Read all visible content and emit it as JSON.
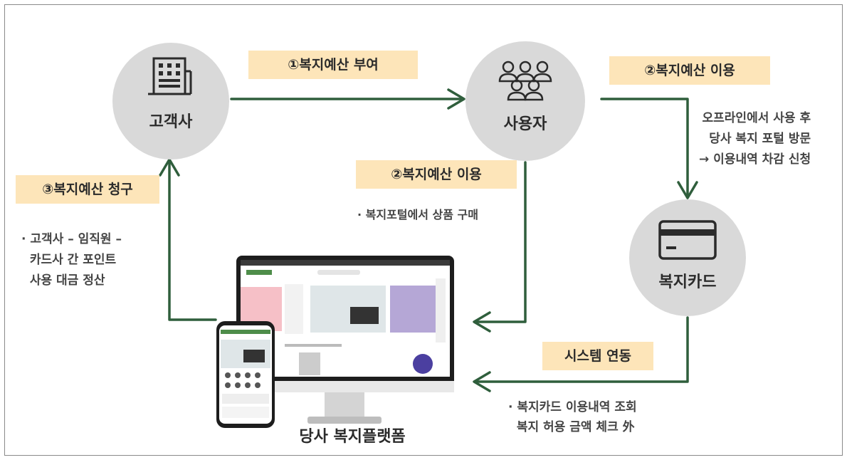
{
  "nodes": {
    "client": "고객사",
    "user": "사용자",
    "card": "복지카드",
    "platform": "당사 복지플랫폼"
  },
  "tags": {
    "grant": "①복지예산 부여",
    "use_top": "②복지예산 이용",
    "use_mid": "②복지예산 이용",
    "claim": "③복지예산 청구",
    "sync": "시스템 연동"
  },
  "notes": {
    "offline": "오프라인에서 사용 후\n당사 복지 포털 방문\n→ 이용내역 차감 신청",
    "portal": "· 복지포털에서 상품 구매",
    "settle": "· 고객사 – 임직원 –\n  카드사 간 포인트\n  사용 대금 정산",
    "sync_detail": "· 복지카드 이용내역 조회\n  복지 허용 금액 체크 外"
  },
  "colors": {
    "arrow": "#2f5e3c",
    "tag_bg": "#fde5b9",
    "circle": "#d9d9d9"
  },
  "icons": [
    "building-icon",
    "users-icon",
    "credit-card-icon",
    "devices-icon"
  ]
}
